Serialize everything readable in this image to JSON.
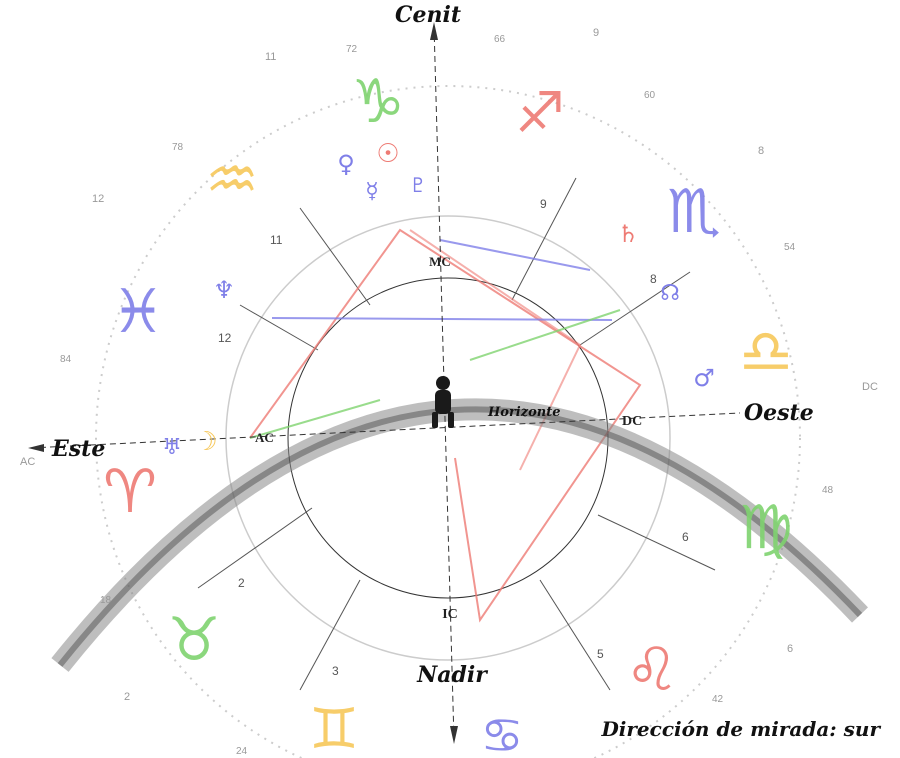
{
  "directions": {
    "zenith": "Cenit",
    "nadir": "Nadir",
    "east": "Este",
    "west": "Oeste",
    "horizon": "Horizonte",
    "gaze": "Dirección de mirada: sur"
  },
  "angles": {
    "mc": "MC",
    "ic": "IC",
    "ac": "AC",
    "dc": "DC",
    "ac_outer": "AC",
    "dc_outer": "DC"
  },
  "houses": [
    "2",
    "3",
    "5",
    "6",
    "8",
    "9",
    "11",
    "12"
  ],
  "outer_ticks": [
    "72",
    "66",
    "60",
    "54",
    "48",
    "42",
    "84",
    "78",
    "24",
    "18"
  ],
  "outer_house_marks": [
    "11",
    "9",
    "8",
    "12",
    "6",
    "2"
  ],
  "colors": {
    "fire": "#ee7b74",
    "earth": "#7fd36f",
    "air": "#f7c85a",
    "water": "#7f7fe8",
    "ring": "#cccccc",
    "figure": "#1a1a1a"
  },
  "signs": [
    {
      "glyph": "♑",
      "element": "earth"
    },
    {
      "glyph": "♐",
      "element": "fire"
    },
    {
      "glyph": "♏",
      "element": "water"
    },
    {
      "glyph": "♎",
      "element": "air"
    },
    {
      "glyph": "♍",
      "element": "earth"
    },
    {
      "glyph": "♌",
      "element": "fire"
    },
    {
      "glyph": "♋",
      "element": "water"
    },
    {
      "glyph": "♊",
      "element": "air"
    },
    {
      "glyph": "♉",
      "element": "earth"
    },
    {
      "glyph": "♈",
      "element": "fire"
    },
    {
      "glyph": "♓",
      "element": "water"
    },
    {
      "glyph": "♒",
      "element": "air"
    }
  ],
  "planets": [
    {
      "glyph": "☉",
      "color": "#ee7b74"
    },
    {
      "glyph": "♀",
      "color": "#7f7fe8"
    },
    {
      "glyph": "☿",
      "color": "#7f7fe8"
    },
    {
      "glyph": "♇",
      "color": "#7f7fe8"
    },
    {
      "glyph": "♄",
      "color": "#ee7b74"
    },
    {
      "glyph": "☊",
      "color": "#7f7fe8"
    },
    {
      "glyph": "♂",
      "color": "#7f7fe8"
    },
    {
      "glyph": "♆",
      "color": "#7f7fe8"
    },
    {
      "glyph": "♅",
      "color": "#7f7fe8"
    },
    {
      "glyph": "☽",
      "color": "#f7c85a"
    }
  ]
}
